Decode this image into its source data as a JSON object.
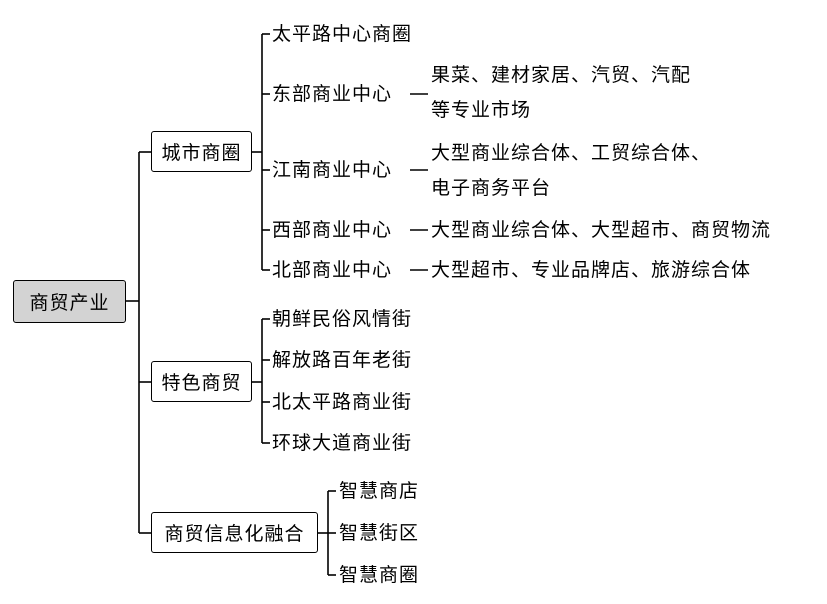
{
  "root": {
    "label": "商贸产业"
  },
  "branches": [
    {
      "label": "城市商圈",
      "children": [
        {
          "label": "太平路中心商圈",
          "desc": []
        },
        {
          "label": "东部商业中心",
          "desc": [
            "果菜、建材家居、汽贸、汽配",
            "等专业市场"
          ]
        },
        {
          "label": "江南商业中心",
          "desc": [
            "大型商业综合体、工贸综合体、",
            "电子商务平台"
          ]
        },
        {
          "label": "西部商业中心",
          "desc": [
            "大型商业综合体、大型超市、商贸物流"
          ]
        },
        {
          "label": "北部商业中心",
          "desc": [
            "大型超市、专业品牌店、旅游综合体"
          ]
        }
      ]
    },
    {
      "label": "特色商贸",
      "children": [
        {
          "label": "朝鲜民俗风情街"
        },
        {
          "label": "解放路百年老街"
        },
        {
          "label": "北太平路商业街"
        },
        {
          "label": "环球大道商业街"
        }
      ]
    },
    {
      "label": "商贸信息化融合",
      "children": [
        {
          "label": "智慧商店"
        },
        {
          "label": "智慧街区"
        },
        {
          "label": "智慧商圈"
        }
      ]
    }
  ]
}
